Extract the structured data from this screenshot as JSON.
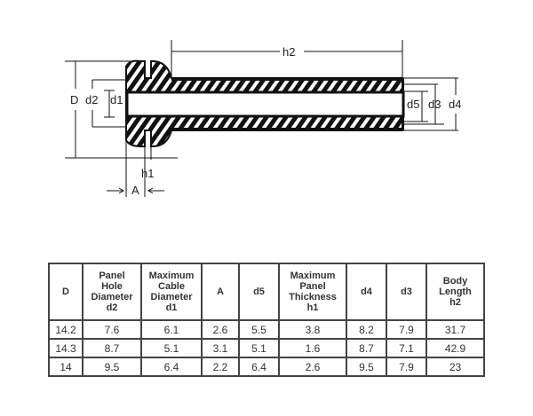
{
  "diagram": {
    "labels": {
      "D": "D",
      "d2": "d2",
      "d1": "d1",
      "h2": "h2",
      "d5": "d5",
      "d3": "d3",
      "d4": "d4",
      "h1": "h1",
      "A": "A"
    }
  },
  "table": {
    "headers": [
      [
        "D"
      ],
      [
        "Panel",
        "Hole",
        "Diameter",
        "d2"
      ],
      [
        "Maximum",
        "Cable",
        "Diameter",
        "d1"
      ],
      [
        "A"
      ],
      [
        "d5"
      ],
      [
        "Maximum",
        "Panel",
        "Thickness",
        "h1"
      ],
      [
        "d4"
      ],
      [
        "d3"
      ],
      [
        "Body",
        "Length",
        "h2"
      ]
    ],
    "rows": [
      [
        "14.2",
        "7.6",
        "6.1",
        "2.6",
        "5.5",
        "3.8",
        "8.2",
        "7.9",
        "31.7"
      ],
      [
        "14.3",
        "8.7",
        "5.1",
        "3.1",
        "5.1",
        "1.6",
        "8.7",
        "7.1",
        "42.9"
      ],
      [
        "14",
        "9.5",
        "6.4",
        "2.2",
        "6.4",
        "2.6",
        "9.5",
        "7.9",
        "23"
      ]
    ]
  }
}
